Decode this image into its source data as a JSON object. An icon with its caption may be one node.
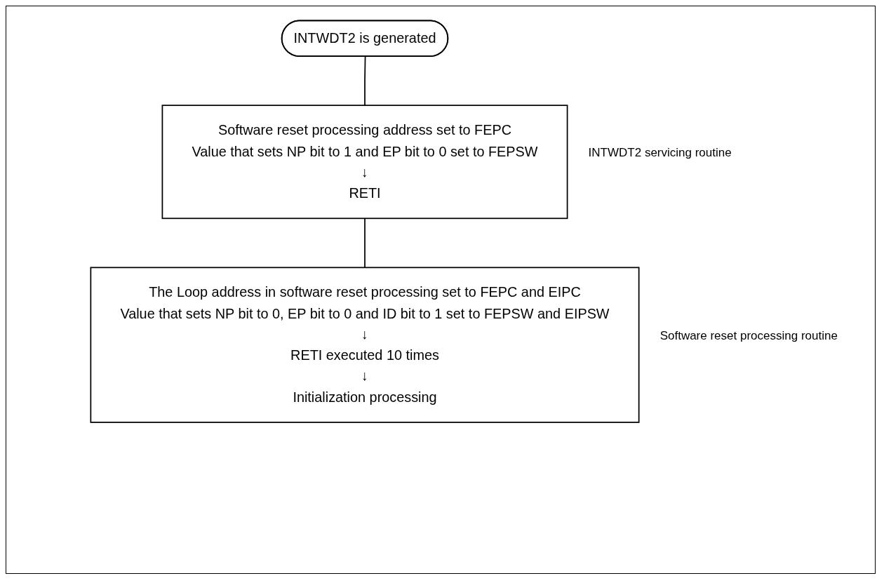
{
  "diagram": {
    "nodes": [
      {
        "text": [
          "INTWDT2 is generated"
        ]
      },
      {
        "text": [
          "Software reset processing address set to FEPC",
          "Value that sets NP bit to 1 and EP bit to 0 set to FEPSW",
          "↓",
          "RETI"
        ],
        "beside": [
          "INTWDT2 servicing routine"
        ]
      },
      {
        "text": [
          "The Loop address in software reset processing set to FEPC and EIPC",
          "Value that sets NP bit to 0, EP bit to 0 and ID bit to 1 set to FEPSW and EIPSW",
          "↓",
          "RETI executed 10 times",
          "↓",
          "Initialization processing"
        ],
        "beside": [
          "Software reset processing routine"
        ]
      }
    ],
    "edges": [
      {
        "from": 0,
        "to": 1,
        "arrow": "none"
      },
      {
        "from": 1,
        "to": 2,
        "arrow": "none"
      }
    ]
  }
}
